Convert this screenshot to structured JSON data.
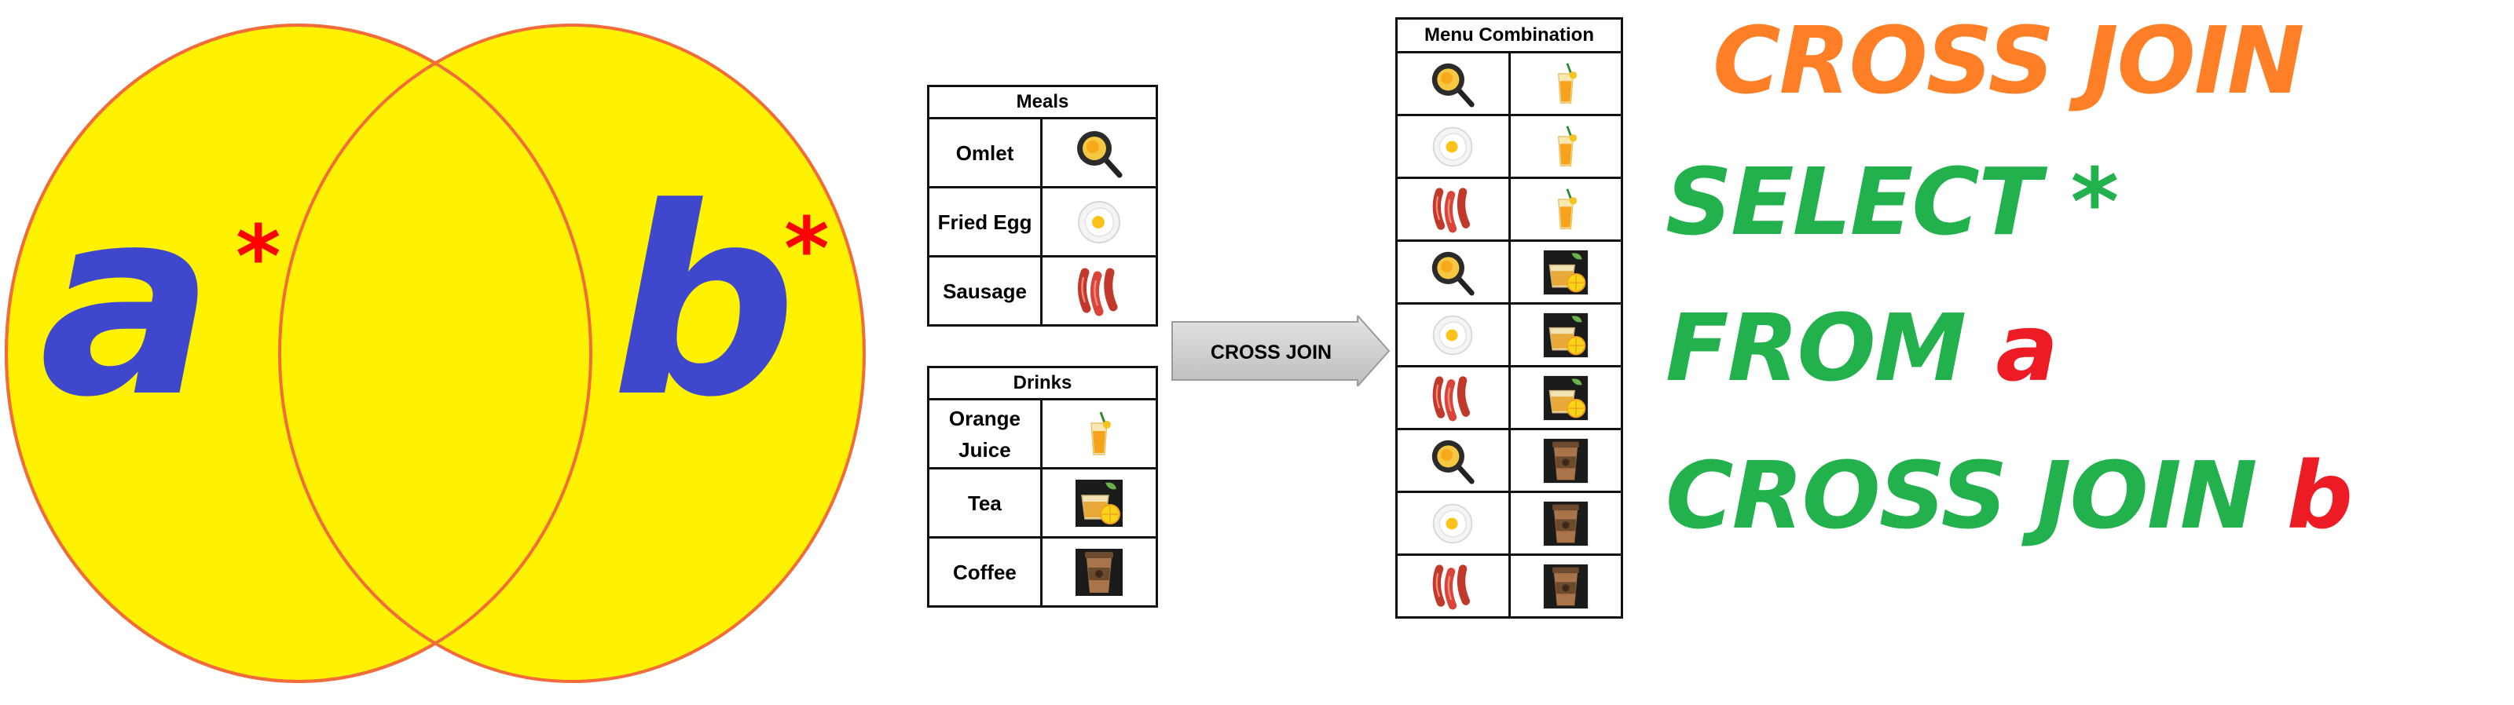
{
  "venn": {
    "left_letter": "a",
    "right_letter": "b",
    "asterisk": "*",
    "fill_color": "#fff200",
    "outline_color": "#f26b3a",
    "letter_color": "#3f48cc",
    "asterisk_color": "#ff0000"
  },
  "meals": {
    "header": "Meals",
    "rows": [
      {
        "label": "Omlet",
        "icon": "frying-pan-icon"
      },
      {
        "label": "Fried Egg",
        "icon": "fried-egg-icon"
      },
      {
        "label": "Sausage",
        "icon": "sausage-icon"
      }
    ]
  },
  "drinks": {
    "header": "Drinks",
    "rows": [
      {
        "label": "Orange Juice",
        "icon": "orange-juice-icon"
      },
      {
        "label": "Tea",
        "icon": "lemon-tea-icon"
      },
      {
        "label": "Coffee",
        "icon": "coffee-cup-icon"
      }
    ]
  },
  "arrow": {
    "label": "CROSS JOIN"
  },
  "combination": {
    "header": "Menu Combination",
    "rows": [
      [
        "frying-pan-icon",
        "orange-juice-icon"
      ],
      [
        "fried-egg-icon",
        "orange-juice-icon"
      ],
      [
        "sausage-icon",
        "orange-juice-icon"
      ],
      [
        "frying-pan-icon",
        "lemon-tea-icon"
      ],
      [
        "fried-egg-icon",
        "lemon-tea-icon"
      ],
      [
        "sausage-icon",
        "lemon-tea-icon"
      ],
      [
        "frying-pan-icon",
        "coffee-cup-icon"
      ],
      [
        "fried-egg-icon",
        "coffee-cup-icon"
      ],
      [
        "sausage-icon",
        "coffee-cup-icon"
      ]
    ]
  },
  "sql": {
    "title": "CROSS JOIN",
    "line1": "SELECT *",
    "line2_keyword": "FROM",
    "line2_table": "a",
    "line3_keyword": "CROSS JOIN",
    "line3_table": "b",
    "title_color": "#ff7f27",
    "keyword_color": "#22b14c",
    "table_color": "#ed1c24"
  }
}
